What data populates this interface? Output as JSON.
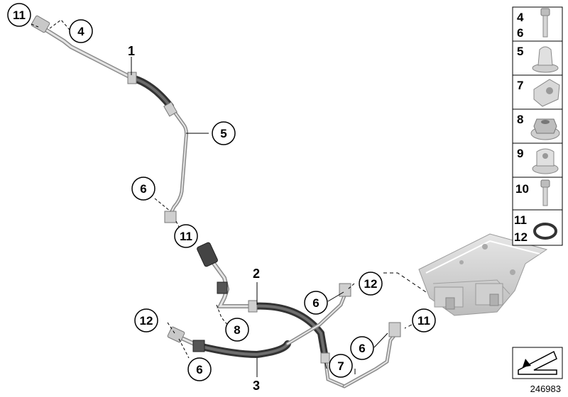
{
  "diagram": {
    "plain_labels": [
      "1",
      "2",
      "3"
    ],
    "callouts": [
      "11",
      "4",
      "5",
      "6",
      "11",
      "8",
      "12",
      "6",
      "6",
      "12",
      "7",
      "6",
      "11"
    ],
    "legend": [
      {
        "labels": [
          "4",
          "6"
        ],
        "icon": "bolt-icon"
      },
      {
        "labels": [
          "5"
        ],
        "icon": "pipe-clip-icon"
      },
      {
        "labels": [
          "7"
        ],
        "icon": "bracket-clip-icon"
      },
      {
        "labels": [
          "8"
        ],
        "icon": "hex-nut-icon"
      },
      {
        "labels": [
          "9"
        ],
        "icon": "double-clip-icon"
      },
      {
        "labels": [
          "10"
        ],
        "icon": "bolt-icon"
      },
      {
        "labels": [
          "11",
          "12"
        ],
        "icon": "o-ring-icon"
      }
    ],
    "diagram_number": "246983",
    "direction_icon": "direction-arrow-icon"
  }
}
